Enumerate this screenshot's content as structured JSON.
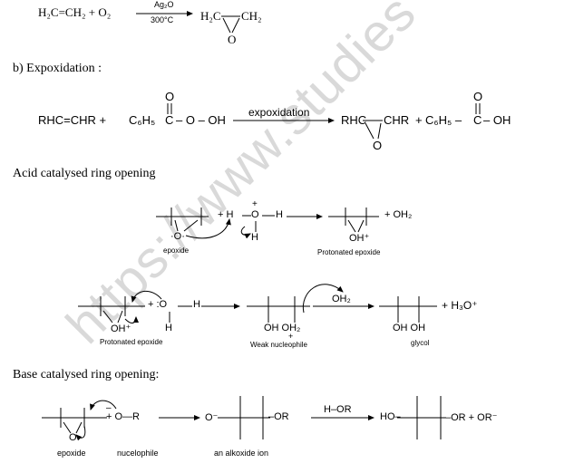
{
  "watermark": "https://www.studies",
  "reaction1": {
    "reactants": "H₂C=CH₂ + O₂",
    "catalyst": "Ag₂O",
    "temperature": "300°C",
    "product_left": "H₂C",
    "product_right": "CH₂",
    "oxygen": "O"
  },
  "section_b": {
    "heading": "b)  Expoxidation :",
    "reactant1": "RHC=CHR +",
    "reactant2_prefix": "C₆H₅",
    "reactant2_c": "C",
    "reactant2_carbonyl_o": "O",
    "reactant2_suffix": "– O – OH",
    "arrow_label": "expoxidation",
    "product1_left": "RHC",
    "product1_right": "CHR",
    "plus": "+",
    "product2_prefix": "C₆H₅ –",
    "product2_c": "C",
    "product2_carbonyl_o": "O",
    "product2_suffix": "– OH",
    "epoxide_o": "O"
  },
  "acid": {
    "heading": "Acid catalysed ring opening",
    "step1": {
      "plus_h": "+ H",
      "o": "O",
      "h": "H",
      "h_below": "H",
      "o_charge": "+",
      "epoxide_o": "·O·",
      "label_epoxide": "epoxide",
      "product_plus": "+ OH₂",
      "product_oh": "OH⁺",
      "label_protonated": "Protonated epoxide"
    },
    "step2": {
      "plus_o": "+ :O",
      "h": "H",
      "h_below": "H",
      "oh_plus": "OH⁺",
      "label_protonated": "Protonated epoxide",
      "mid_oh_oh2": "OH  OH₂",
      "mid_plus": "+",
      "label_weak_nucleophile": "Weak nucleophile",
      "oh2_leaving": "OH₂",
      "glycol_plus": "+ H₃O⁺",
      "glycol_oh": "OH  OH",
      "label_glycol": "glycol"
    }
  },
  "base": {
    "heading": "Base catalysed ring opening:",
    "charge": "–",
    "plus_o_r": "+ O—R",
    "epoxide_o": "O",
    "label_epoxide": "epoxide",
    "label_nucleophile": "nucelophile",
    "alkoxide_o": "O⁻",
    "alkoxide_or": "–OR",
    "label_alkoxide": "an alkoxide ion",
    "arrow_label": "H–OR",
    "product_ho": "HO–",
    "product_or": "–OR + OR⁻"
  }
}
